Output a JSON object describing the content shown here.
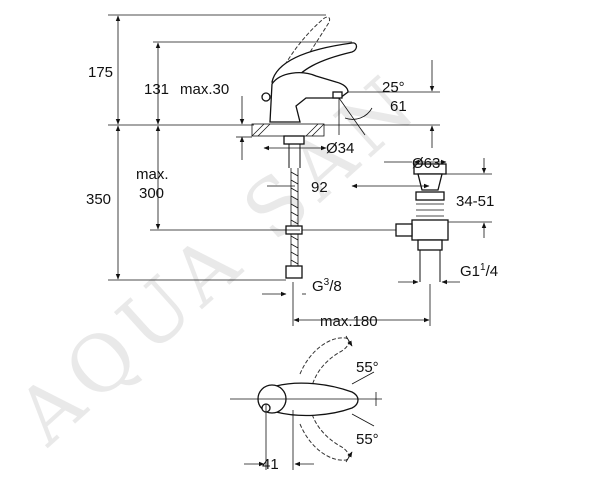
{
  "watermark": "AQUA SAN",
  "colors": {
    "line": "#111111",
    "background": "#ffffff",
    "watermark": "#9a9a9a"
  },
  "dimensions": {
    "h175": "175",
    "h131": "131",
    "max30": "max.30",
    "angle_spout": "25°",
    "d61": "61",
    "dia34": "Ø34",
    "dia63": "Ø63",
    "max300_line1": "max.",
    "max300_line2": "300",
    "d92": "92",
    "h350": "350",
    "range34_51": "34-51",
    "g38_base": "G",
    "g38_sup": "3",
    "g38_sub": "/8",
    "g114_base": "G1",
    "g114_sup": "1",
    "g114_sub": "/4",
    "max180": "max.180",
    "angle_top": "55°",
    "angle_bottom": "55°",
    "d41": "41"
  }
}
